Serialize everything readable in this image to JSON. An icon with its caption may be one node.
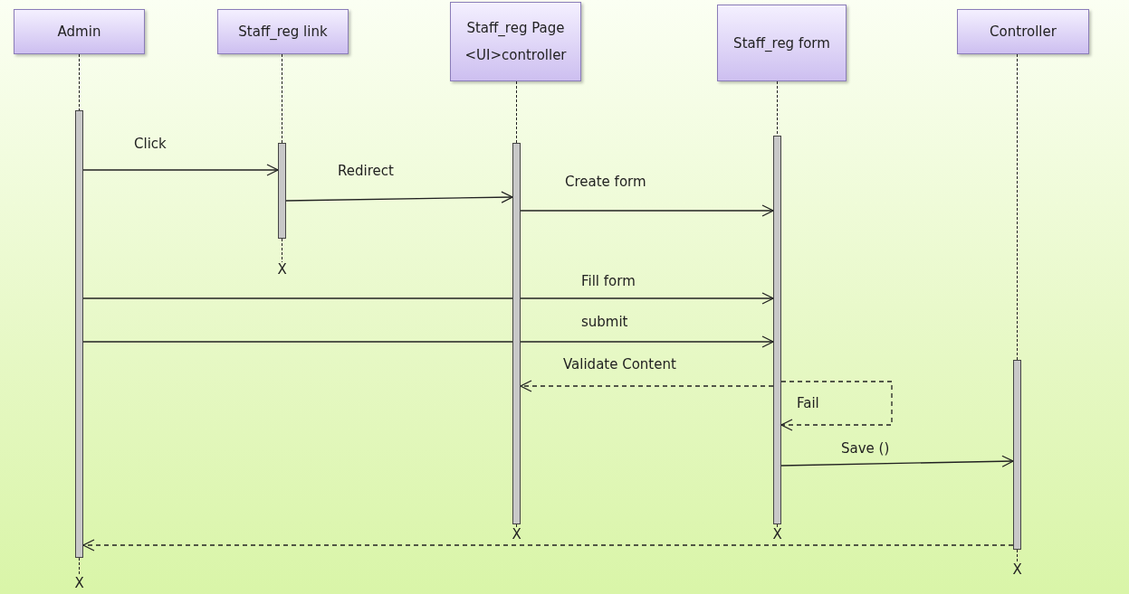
{
  "diagram": {
    "nodes": [
      {
        "text": [
          "Admin"
        ]
      },
      {
        "text": [
          "Staff_reg link"
        ]
      },
      {
        "text": [
          "Staff_reg Page",
          "<UI>controller"
        ]
      },
      {
        "text": [
          "Staff_reg form"
        ]
      },
      {
        "text": [
          "Controller"
        ]
      },
      {
        "text": [],
        "shape": "bar",
        "beside": [
          "X"
        ]
      },
      {
        "text": [],
        "shape": "bar",
        "beside": [
          "X"
        ]
      },
      {
        "text": [],
        "shape": "bar",
        "beside": [
          "X"
        ]
      },
      {
        "text": [],
        "shape": "bar",
        "beside": [
          "X"
        ]
      },
      {
        "text": [],
        "shape": "bar",
        "beside": [
          "X"
        ]
      }
    ],
    "edges": [
      {
        "from": 0,
        "to": 5,
        "arrow": "none",
        "style": "dashed"
      },
      {
        "from": 1,
        "to": 6,
        "arrow": "none",
        "style": "dashed"
      },
      {
        "from": 2,
        "to": 7,
        "arrow": "none",
        "style": "dashed"
      },
      {
        "from": 3,
        "to": 8,
        "arrow": "none",
        "style": "dashed"
      },
      {
        "from": 4,
        "to": 9,
        "arrow": "none",
        "style": "dashed"
      },
      {
        "from": 5,
        "to": 6,
        "arrow": "to",
        "label": "Click"
      },
      {
        "from": 6,
        "to": 7,
        "arrow": "to",
        "label": "Redirect"
      },
      {
        "from": 7,
        "to": 8,
        "arrow": "to",
        "label": "Create form"
      },
      {
        "from": 5,
        "to": 8,
        "arrow": "to",
        "label": "Fill form"
      },
      {
        "from": 5,
        "to": 8,
        "arrow": "to",
        "label": "submit"
      },
      {
        "from": 8,
        "to": 7,
        "arrow": "to",
        "label": "Validate Content",
        "style": "dashed"
      },
      {
        "from": 8,
        "to": 8,
        "arrow": "to",
        "label": "Fail",
        "style": "dashed"
      },
      {
        "from": 8,
        "to": 9,
        "arrow": "to",
        "label": "Save ()"
      },
      {
        "from": 9,
        "to": 5,
        "arrow": "to",
        "style": "dashed"
      }
    ]
  }
}
